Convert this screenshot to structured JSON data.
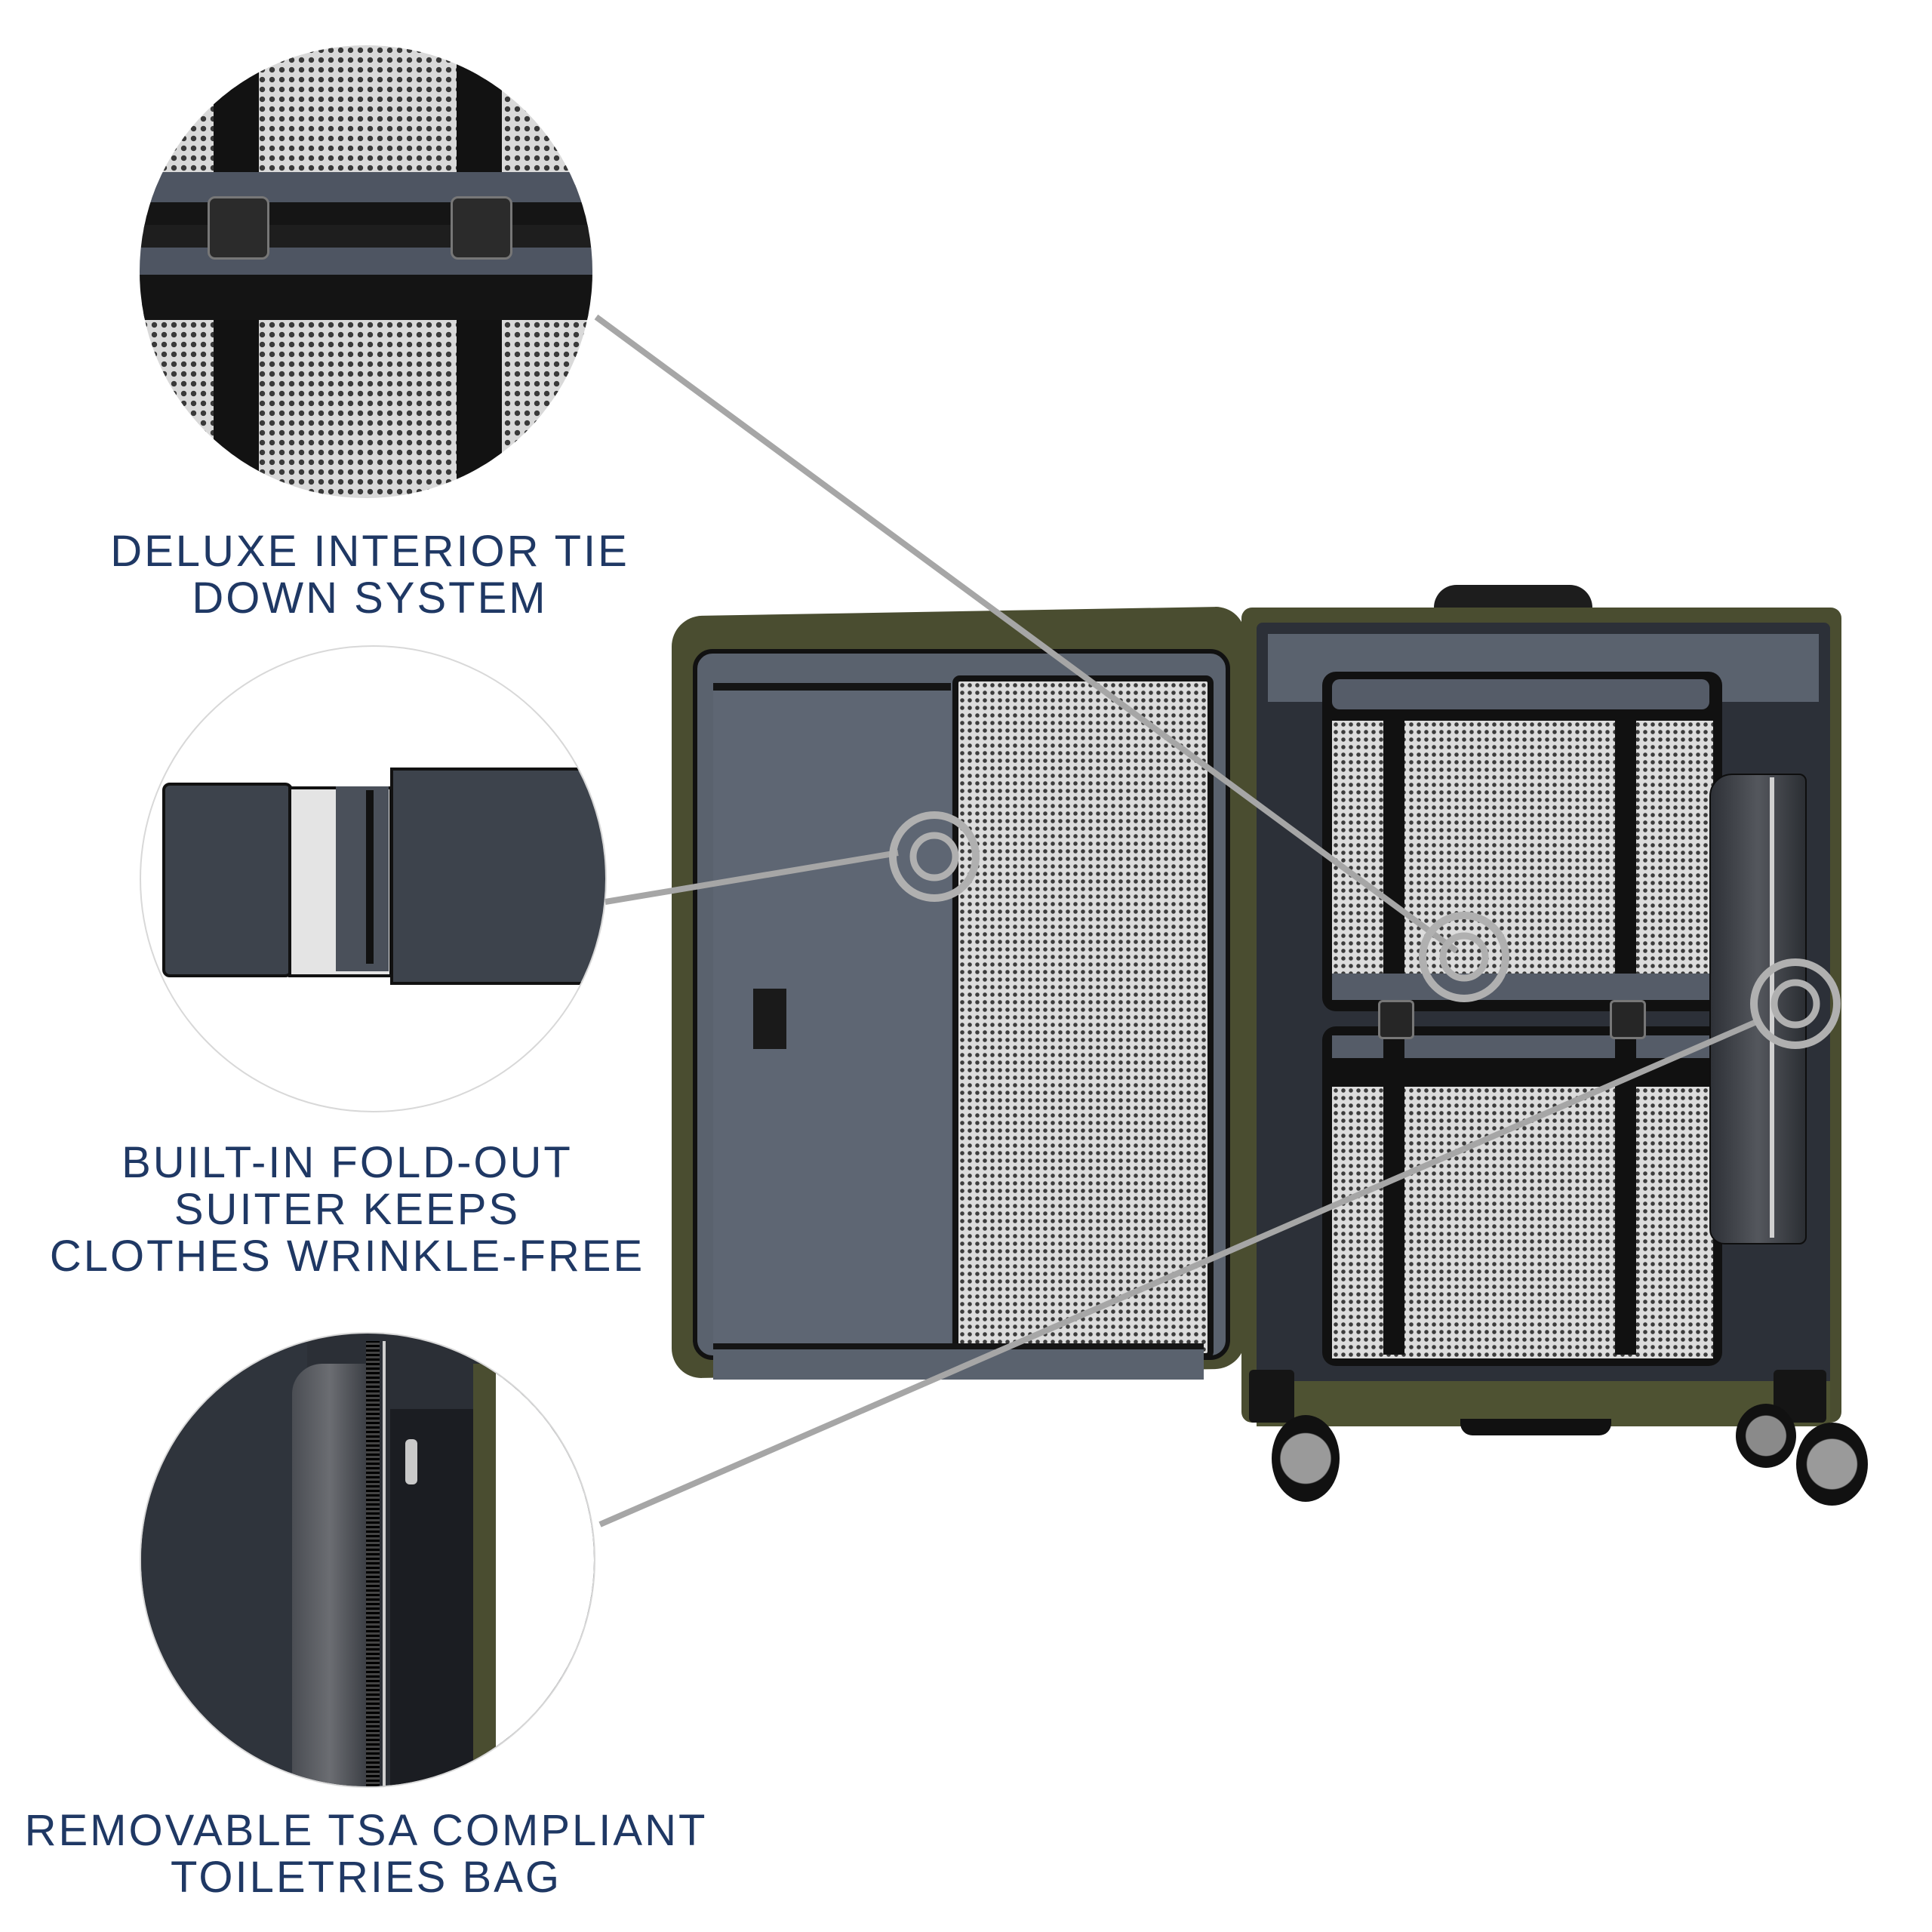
{
  "features": [
    {
      "id": "tie-down",
      "label": "DELUXE INTERIOR TIE\nDOWN SYSTEM",
      "icon": "tie-down-straps-closeup"
    },
    {
      "id": "suiter",
      "label": "BUILT-IN FOLD-OUT\nSUITER KEEPS\nCLOTHES WRINKLE-FREE",
      "icon": "fold-out-suiter-closeup"
    },
    {
      "id": "toiletries",
      "label": "REMOVABLE TSA COMPLIANT\nTOILETRIES BAG",
      "icon": "toiletries-bag-closeup"
    }
  ],
  "colors": {
    "label_text": "#1f3864",
    "callout_line": "#a6a6a6",
    "shell_olive": "#4a4d30",
    "lining": "#5c6470",
    "mesh": "#d9d9d9",
    "strap": "#111111"
  },
  "product": {
    "name": "open-spinner-suitcase",
    "wheels": 4
  }
}
